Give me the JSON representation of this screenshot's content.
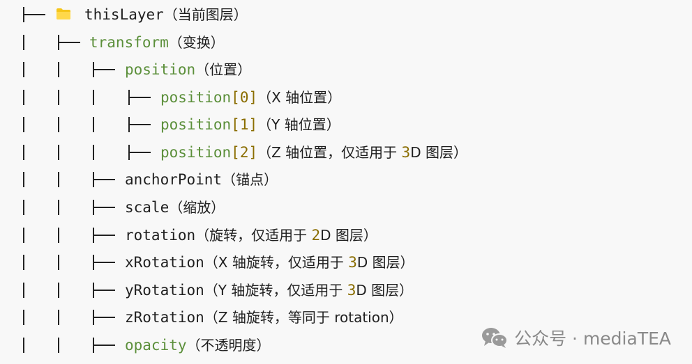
{
  "tree": {
    "root": {
      "name": "thisLayer",
      "note": "（当前图层）"
    },
    "transform": {
      "name": "transform",
      "note": "（变换）"
    },
    "position": {
      "name": "position",
      "note": "（位置）"
    },
    "position0": {
      "name": "position",
      "idx_open": "[",
      "idx": "0",
      "idx_close": "]",
      "note": "（X 轴位置）"
    },
    "position1": {
      "name": "position",
      "idx_open": "[",
      "idx": "1",
      "idx_close": "]",
      "note": "（Y 轴位置）"
    },
    "position2": {
      "name": "position",
      "idx_open": "[",
      "idx": "2",
      "idx_close": "]",
      "note_a": "（Z 轴位置，仅适用于 ",
      "note_num": "3",
      "note_b": "D 图层）"
    },
    "anchorPoint": {
      "name": "anchorPoint",
      "note": "（锚点）"
    },
    "scale": {
      "name": "scale",
      "note": "（缩放）"
    },
    "rotation": {
      "name": "rotation",
      "note_a": "（旋转，仅适用于 ",
      "note_num": "2",
      "note_b": "D 图层）"
    },
    "xRotation": {
      "name": "xRotation",
      "note_a": "（X 轴旋转，仅适用于 ",
      "note_num": "3",
      "note_b": "D 图层）"
    },
    "yRotation": {
      "name": "yRotation",
      "note_a": "（Y 轴旋转，仅适用于 ",
      "note_num": "3",
      "note_b": "D 图层）"
    },
    "zRotation": {
      "name": "zRotation",
      "note": "（Z 轴旋转，等同于 rotation）"
    },
    "opacity": {
      "name": "opacity",
      "note": "（不透明度）"
    }
  },
  "watermark": {
    "text": "公众号 · mediaTEA"
  },
  "colors": {
    "keyword_green": "#5b8f3a",
    "number_gold": "#8a6d00",
    "folder_yellow": "#f5c518",
    "text": "#1f1f1f",
    "watermark": "#8a8a8a"
  },
  "icons": {
    "folder": "folder-icon",
    "wechat": "wechat-icon"
  }
}
